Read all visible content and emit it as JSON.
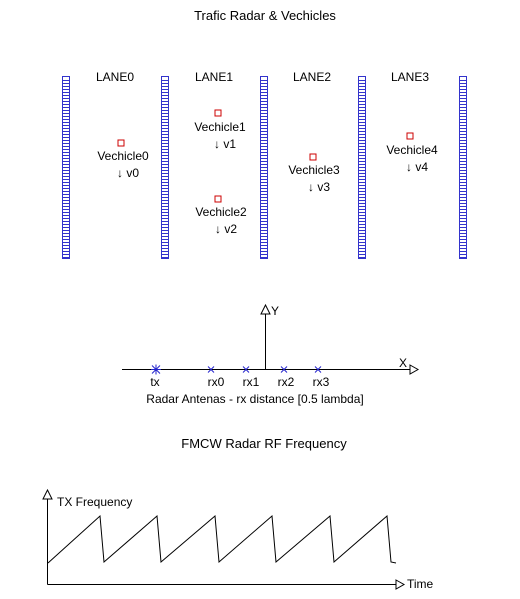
{
  "top": {
    "title": "Trafic Radar & Vechicles",
    "lanes": [
      "LANE0",
      "LANE1",
      "LANE2",
      "LANE3"
    ],
    "vehicles": [
      {
        "name": "Vechicle0",
        "velocity": "↓ v0",
        "lane": 0
      },
      {
        "name": "Vechicle1",
        "velocity": "↓ v1",
        "lane": 1
      },
      {
        "name": "Vechicle2",
        "velocity": "↓ v2",
        "lane": 1
      },
      {
        "name": "Vechicle3",
        "velocity": "↓ v3",
        "lane": 2
      },
      {
        "name": "Vechicle4",
        "velocity": "↓ v4",
        "lane": 3
      }
    ]
  },
  "antennas": {
    "y_label": "Y",
    "x_label": "X",
    "labels": [
      "tx",
      "rx0",
      "rx1",
      "rx2",
      "rx3"
    ],
    "caption": "Radar Antenas - rx distance [0.5 lambda]"
  },
  "fmcw": {
    "title": "FMCW Radar RF Frequency",
    "y_label": "TX Frequency",
    "x_label": "Time"
  },
  "colors": {
    "lane_marker": "#3333cc",
    "vehicle": "#cc0000",
    "antenna": "#2222cc",
    "line": "#000000"
  }
}
